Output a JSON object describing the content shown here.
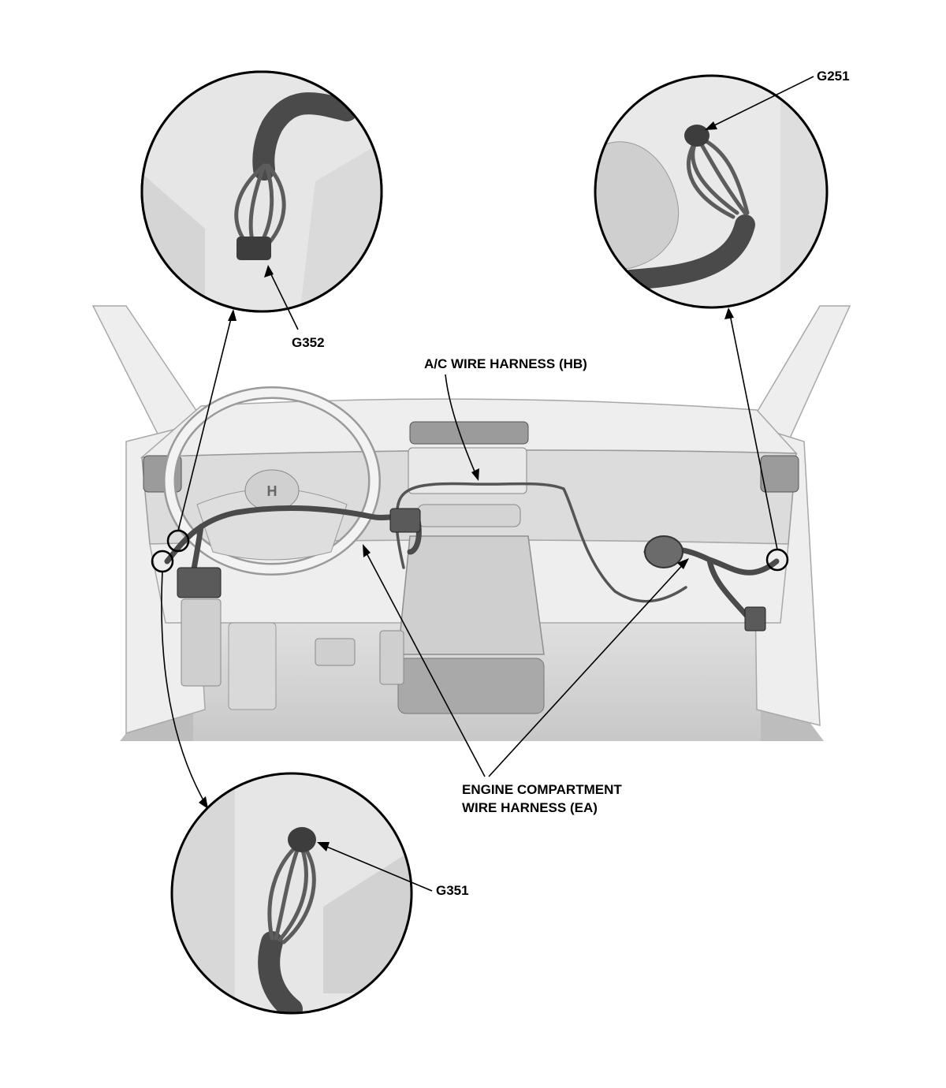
{
  "labels": {
    "g251": "G251",
    "g352": "G352",
    "g351": "G351",
    "ac_harness": "A/C WIRE HARNESS (HB)",
    "engine_harness_line1": "ENGINE COMPARTMENT",
    "engine_harness_line2": "WIRE HARNESS (EA)"
  },
  "colors": {
    "outline": "#000000",
    "harness": "#4a4a4a",
    "interior": "#dcdcdc"
  }
}
